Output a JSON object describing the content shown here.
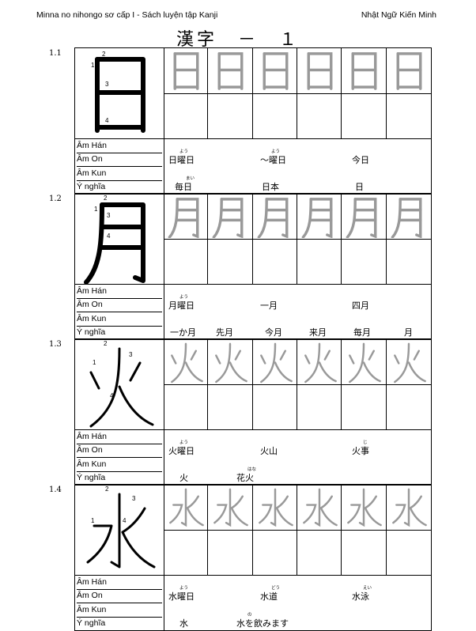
{
  "header": {
    "left": "Minna no nihongo sơ cấp I - Sách luyện tập Kanji",
    "right": "Nhật Ngữ Kiến Minh"
  },
  "page_title": "漢字　－　１",
  "labels": [
    "Âm Hán",
    "Âm On",
    "Âm Kun",
    "Ý nghĩa"
  ],
  "blocks": [
    {
      "num": "1.1",
      "kanji": "日",
      "stroke_numbers": [
        "1",
        "2",
        "3",
        "4"
      ],
      "words_row1": [
        {
          "text": "日曜日",
          "furi": "よう"
        },
        {
          "text": "～曜日",
          "furi": "よう"
        },
        {
          "text": "今日",
          "furi": ""
        }
      ],
      "words_row2": [
        {
          "text": "毎日",
          "furi": "まい"
        },
        {
          "text": "日本",
          "furi": ""
        },
        {
          "text": "日",
          "furi": ""
        }
      ]
    },
    {
      "num": "1.2",
      "kanji": "月",
      "stroke_numbers": [
        "1",
        "2",
        "3",
        "4"
      ],
      "words_row1": [
        {
          "text": "月曜日",
          "furi": "よう"
        },
        {
          "text": "一月",
          "furi": ""
        },
        {
          "text": "四月",
          "furi": ""
        }
      ],
      "words_row2": [
        {
          "text": "一か月",
          "furi": ""
        },
        {
          "text": "先月",
          "furi": ""
        },
        {
          "text": "今月",
          "furi": ""
        },
        {
          "text": "来月",
          "furi": ""
        },
        {
          "text": "毎月",
          "furi": ""
        },
        {
          "text": "月",
          "furi": ""
        }
      ]
    },
    {
      "num": "1.3",
      "kanji": "火",
      "stroke_numbers": [
        "1",
        "2",
        "3",
        "4"
      ],
      "words_row1": [
        {
          "text": "火曜日",
          "furi": "よう"
        },
        {
          "text": "火山",
          "furi": ""
        },
        {
          "text": "火事",
          "furi": "じ"
        }
      ],
      "words_row2": [
        {
          "text": "火",
          "furi": ""
        },
        {
          "text": "花火",
          "furi": "はな"
        }
      ]
    },
    {
      "num": "1.4",
      "kanji": "水",
      "stroke_numbers": [
        "1",
        "2",
        "3",
        "4"
      ],
      "words_row1": [
        {
          "text": "水曜日",
          "furi": "よう"
        },
        {
          "text": "水道",
          "furi": "どう"
        },
        {
          "text": "水泳",
          "furi": "えい"
        }
      ],
      "words_row2": [
        {
          "text": "水",
          "furi": ""
        },
        {
          "text": "水を飲みます",
          "furi": "の"
        }
      ]
    }
  ]
}
